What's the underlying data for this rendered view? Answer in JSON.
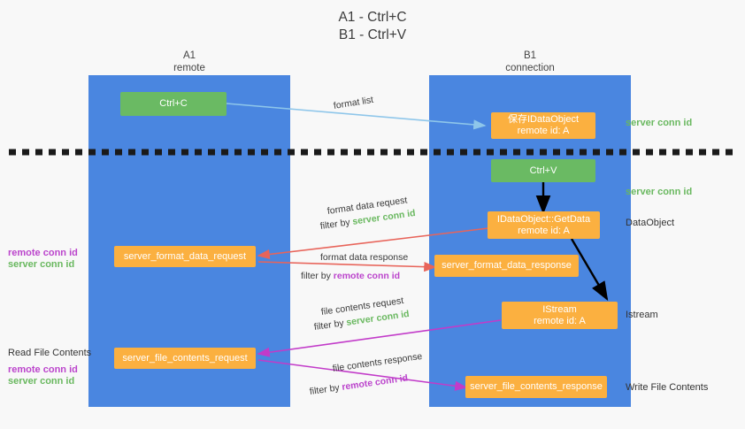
{
  "title": {
    "line1": "A1 - Ctrl+C",
    "line2": "B1 - Ctrl+V"
  },
  "lanes": [
    {
      "name": "A1",
      "sub": "remote"
    },
    {
      "name": "B1",
      "sub": "connection"
    }
  ],
  "boxes": {
    "ctrl_c": {
      "line1": "Ctrl+C",
      "line2": ""
    },
    "save_idataobject": {
      "line1": "保存IDataObject",
      "line2": "remote id: A"
    },
    "ctrl_v": {
      "line1": "Ctrl+V",
      "line2": ""
    },
    "getdata": {
      "line1": "IDataObject::GetData",
      "line2": "remote id: A"
    },
    "format_data_request": {
      "line1": "server_format_data_request",
      "line2": ""
    },
    "format_data_response": {
      "line1": "server_format_data_response",
      "line2": ""
    },
    "istream": {
      "line1": "IStream",
      "line2": "remote id: A"
    },
    "file_contents_request": {
      "line1": "server_file_contents_request",
      "line2": ""
    },
    "file_contents_response": {
      "line1": "server_file_contents_response",
      "line2": ""
    }
  },
  "edge_labels": {
    "format_list": "format list",
    "format_data_request": "format data request",
    "format_data_request_filter_pre": "filter by ",
    "format_data_request_filter_key": "server conn id",
    "format_data_response": "format data response",
    "format_data_response_filter_pre": "filter by ",
    "format_data_response_filter_key": "remote conn id",
    "file_contents_request": "file contents request",
    "file_contents_request_filter_pre": "filter by ",
    "file_contents_request_filter_key": "server conn id",
    "file_contents_response": "file contents response",
    "file_contents_response_filter_pre": "filter by ",
    "file_contents_response_filter_key": "remote conn id"
  },
  "right_labels": {
    "server_conn_id_top": "server conn id",
    "server_conn_id_mid": "server conn id",
    "dataobject": "DataObject",
    "istream": "Istream",
    "write_file_contents": "Write File Contents"
  },
  "left_labels": {
    "remote_conn_id_1": "remote conn id",
    "server_conn_id_1": "server conn id",
    "read_file_contents": "Read File Contents",
    "remote_conn_id_2": "remote conn id",
    "server_conn_id_2": "server conn id"
  },
  "colors": {
    "lane": "#4a86e0",
    "green_box": "#6aba63",
    "orange_box": "#fbb040",
    "server_conn_id": "#69b85f",
    "remote_conn_id": "#bb44cc",
    "arrow_format_list": "#8ec6ea",
    "arrow_format_data": "#e8645a",
    "arrow_file_contents": "#c23bc9",
    "arrow_internal": "#000000",
    "divider": "#1a1a1a",
    "background": "#f8f8f8"
  }
}
